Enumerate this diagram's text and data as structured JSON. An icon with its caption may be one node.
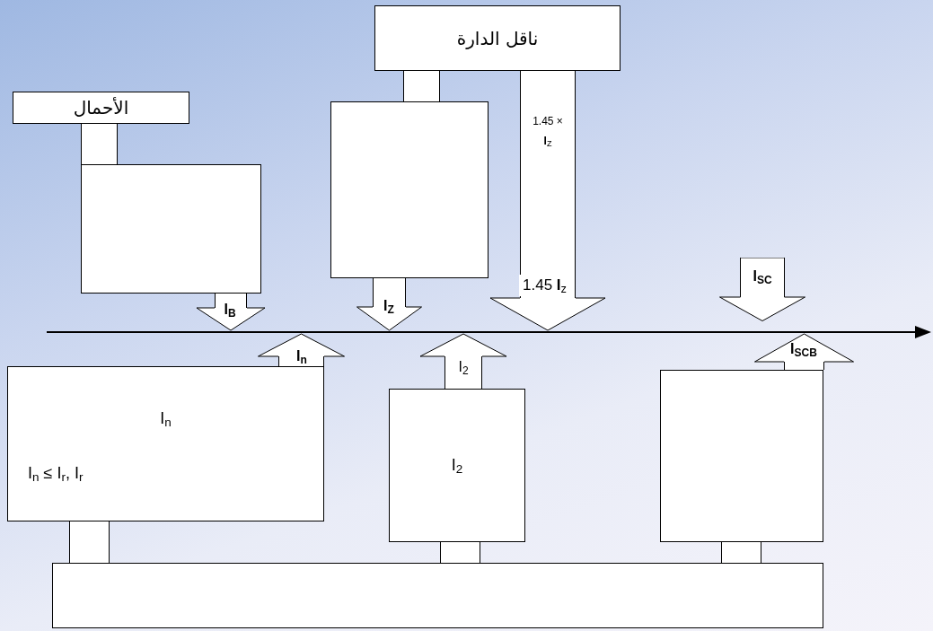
{
  "diagram": {
    "nodes": [
      {
        "text": [
          "الأحمال"
        ]
      },
      {
        "text": [],
        "shape": "box"
      },
      {
        "text": [
          "ناقل الدارة"
        ]
      },
      {
        "text": [],
        "shape": "box"
      },
      {
        "text": [
          "I$_{n}$",
          "I$_{n}$ ≤  I$_{r}$, I$_{r}$"
        ]
      },
      {
        "text": [
          "I$_{2}$"
        ]
      },
      {
        "text": [],
        "shape": "box"
      },
      {
        "text": [],
        "shape": "box"
      },
      {
        "text": [
          "I$_{SC}$"
        ]
      },
      {
        "text": [],
        "shape": "bar"
      }
    ],
    "edges": [
      {
        "from": 0,
        "to": 1,
        "arrow": "none"
      },
      {
        "from": 2,
        "to": 3,
        "arrow": "none"
      },
      {
        "from": 3,
        "to": 9,
        "arrow": "to",
        "label": "I$_{Z}$"
      },
      {
        "from": 1,
        "to": 9,
        "arrow": "to",
        "label": "I$_{B}$"
      },
      {
        "from": 2,
        "to": 9,
        "arrow": "to",
        "label": "1.45 × **I**$_{Z}$"
      },
      {
        "from": 4,
        "to": 9,
        "arrow": "to",
        "label": "I$_{n}$"
      },
      {
        "from": 5,
        "to": 9,
        "arrow": "to",
        "label": "I$_{2}$"
      },
      {
        "from": 6,
        "to": 9,
        "arrow": "to",
        "label": "I$_{SCB}$"
      },
      {
        "from": 4,
        "to": 7,
        "arrow": "none"
      },
      {
        "from": 5,
        "to": 7,
        "arrow": "none"
      },
      {
        "from": 6,
        "to": 7,
        "arrow": "none"
      }
    ],
    "labels": [
      "1.45 **I**$_{z}$"
    ]
  }
}
